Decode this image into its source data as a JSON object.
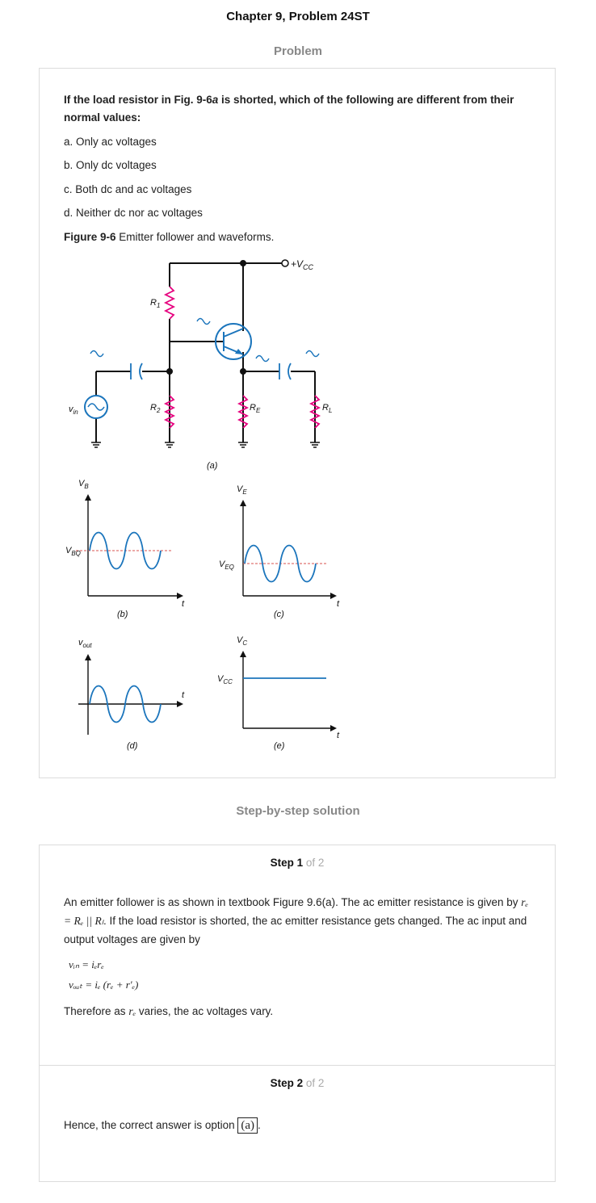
{
  "header": {
    "title": "Chapter 9, Problem 24ST",
    "problem_label": "Problem",
    "solution_label": "Step-by-step solution"
  },
  "question": {
    "text_a": "If the load resistor in Fig. 9-6",
    "text_italic": "a",
    "text_b": " is shorted, which of the following are different from their normal values:",
    "options": [
      "a. Only ac voltages",
      "b. Only dc voltages",
      "c. Both dc and ac voltages",
      "d. Neither dc nor ac voltages"
    ],
    "figure_label": "Figure 9-6",
    "figure_caption": " Emitter follower and waveforms."
  },
  "figure": {
    "vcc": "+V",
    "vcc_sub": "CC",
    "r1": "R",
    "r1_sub": "1",
    "r2": "R",
    "r2_sub": "2",
    "re": "R",
    "re_sub": "E",
    "rl": "R",
    "rl_sub": "L",
    "vin": "v",
    "vin_sub": "in",
    "panel_a": "(a)",
    "panel_b": "(b)",
    "panel_c": "(c)",
    "panel_d": "(d)",
    "panel_e": "(e)",
    "vb": "V",
    "vb_sub": "B",
    "vbq": "V",
    "vbq_sub": "BQ",
    "ve": "V",
    "ve_sub": "E",
    "veq": "V",
    "veq_sub": "EQ",
    "vout": "v",
    "vout_sub": "out",
    "vc": "V",
    "vc_sub": "C",
    "vcc2": "V",
    "vcc2_sub": "CC",
    "t": "t",
    "colors": {
      "resistor": "#e6007e",
      "component": "#1b75bc",
      "dashed": "#d9534f",
      "wire": "#111111"
    }
  },
  "step1": {
    "heading": "Step 1",
    "of": " of 2",
    "p1": "An emitter follower is as shown in textbook Figure 9.6(a). The ac emitter resistance is given by",
    "formula_inline": "rₑ = Rₑ || Rₗ",
    "p1b": ". If the load resistor is shorted, the ac emitter resistance gets changed. The ac input and output voltages are given by",
    "eq1": "vᵢₙ = iₑrₑ",
    "eq2": "vₒᵤₜ = iₑ (rₑ + r′ₑ)",
    "p2a": "Therefore as",
    "p2_var": "rₑ",
    "p2b": " varies, the ac voltages vary."
  },
  "step2": {
    "heading": "Step 2",
    "of": " of 2",
    "text": "Hence, the correct answer is option",
    "answer": "(a)",
    "period": "."
  }
}
